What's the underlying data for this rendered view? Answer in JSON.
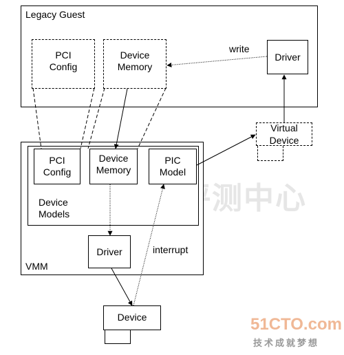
{
  "diagram": {
    "legacy_guest": "Legacy Guest",
    "pci_config_guest": "PCI\nConfig",
    "device_memory_guest": "Device\nMemory",
    "write_label": "write",
    "guest_driver": "Driver",
    "virtual_device": "Virtual\nDevice",
    "pci_config_vmm": "PCI\nConfig",
    "device_memory_vmm": "Device\nMemory",
    "pic_model": "PIC\nModel",
    "device_models": "Device\nModels",
    "vmm_driver": "Driver",
    "interrupt_label": "interrupt",
    "vmm_label": "VMM",
    "device": "Device"
  },
  "watermarks": {
    "center_text": "评测中心",
    "logo_text": "51CTO.com",
    "logo_subtitle": "技术成就梦想"
  }
}
